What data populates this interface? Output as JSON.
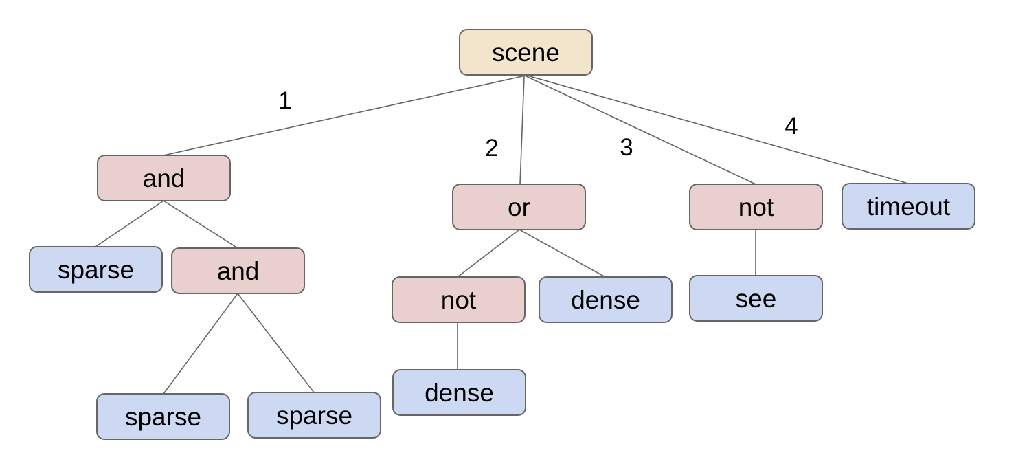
{
  "colors": {
    "background": "#ffffff",
    "root_fill": "#f3e5cb",
    "operator_fill": "#e9cfcd",
    "leaf_fill": "#cdd9f2",
    "node_border": "#666666",
    "edge_line": "#646464",
    "text": "#000000"
  },
  "nodes": [
    {
      "label": "scene",
      "kind": "root"
    },
    {
      "label": "and",
      "kind": "operator"
    },
    {
      "label": "or",
      "kind": "operator"
    },
    {
      "label": "not",
      "kind": "operator"
    },
    {
      "label": "timeout",
      "kind": "leaf"
    },
    {
      "label": "sparse",
      "kind": "leaf"
    },
    {
      "label": "and",
      "kind": "operator"
    },
    {
      "label": "not",
      "kind": "operator"
    },
    {
      "label": "dense",
      "kind": "leaf"
    },
    {
      "label": "see",
      "kind": "leaf"
    },
    {
      "label": "sparse",
      "kind": "leaf"
    },
    {
      "label": "sparse",
      "kind": "leaf"
    },
    {
      "label": "dense",
      "kind": "leaf"
    }
  ],
  "edge_labels": [
    "1",
    "2",
    "3",
    "4"
  ],
  "edges": [
    {
      "from": 0,
      "to": 1,
      "label": "1"
    },
    {
      "from": 0,
      "to": 2,
      "label": "2"
    },
    {
      "from": 0,
      "to": 3,
      "label": "3"
    },
    {
      "from": 0,
      "to": 4,
      "label": "4"
    },
    {
      "from": 1,
      "to": 5
    },
    {
      "from": 1,
      "to": 6
    },
    {
      "from": 6,
      "to": 10
    },
    {
      "from": 6,
      "to": 11
    },
    {
      "from": 2,
      "to": 7
    },
    {
      "from": 2,
      "to": 8
    },
    {
      "from": 7,
      "to": 12
    },
    {
      "from": 3,
      "to": 9
    }
  ]
}
